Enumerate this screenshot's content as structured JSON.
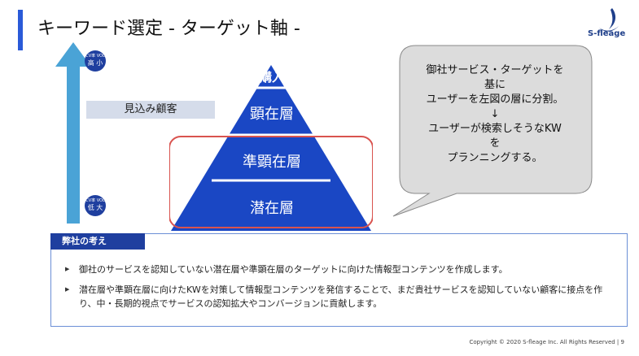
{
  "header": {
    "title": "キーワード選定 - ターゲット軸 -",
    "logo_text": "S-fleage"
  },
  "arrow": {
    "top_circle": {
      "left_label": "CV率",
      "left_value": "高",
      "right_label": "VOL",
      "right_value": "小"
    },
    "bottom_circle": {
      "left_label": "CV率",
      "left_value": "低",
      "right_label": "VOL",
      "right_value": "大"
    },
    "audience_label": "見込み顧客"
  },
  "pyramid": {
    "levels": [
      "購入",
      "顕在層",
      "準顕在層",
      "潜在層"
    ],
    "fill_color": "#1a47c4",
    "highlight_color": "#d9534f"
  },
  "bubble": {
    "lines": [
      "御社サービス・ターゲットを",
      "基に",
      "ユーザーを左図の層に分割。",
      "↓",
      "ユーザーが検索しそうなKW",
      "を",
      "プランニングする。"
    ]
  },
  "section": {
    "header": "弊社の考え",
    "bullets": [
      "御社のサービスを認知していない潜在層や準顕在層のターゲットに向けた情報型コンテンツを作成します。",
      "潜在層や準顕在層に向けたKWを対策して情報型コンテンツを発信することで、まだ貴社サービスを認知していない顧客に接点を作り、中・長期的視点でサービスの認知拡大やコンバージョンに貢献します。"
    ]
  },
  "footer": {
    "copyright": "Copyright © 2020 S-fleage Inc. All Rights Reserved |",
    "page_number": "9"
  }
}
